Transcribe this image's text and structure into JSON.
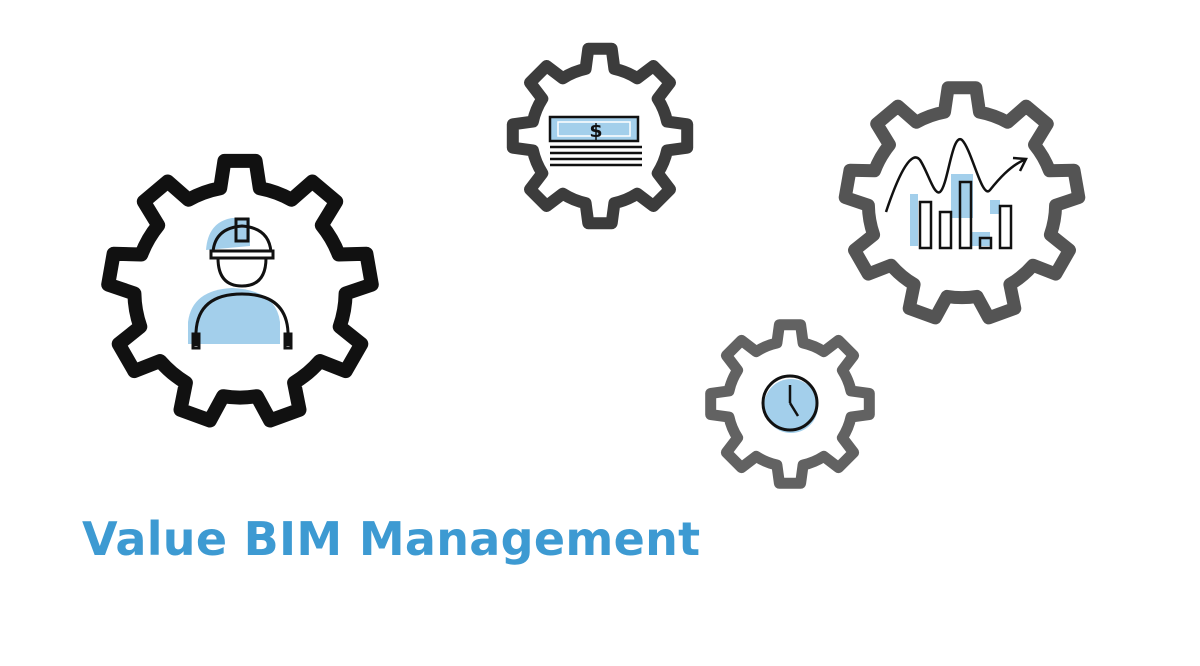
{
  "caption": {
    "text": "Value BIM Management"
  },
  "colors": {
    "accent": "#3d9ad2",
    "icon_fill": "#a3cfeb",
    "gear_black": "#111111",
    "gear_dark_gray": "#3c3c3c",
    "gear_gray": "#545454",
    "gear_light_gray": "#626262",
    "line": "#111111",
    "background": "#ffffff"
  },
  "gears": [
    {
      "name": "worker-gear",
      "icon": "construction-worker-icon",
      "color_key": "gear_black"
    },
    {
      "name": "money-gear",
      "icon": "dollar-bills-icon",
      "color_key": "gear_dark_gray",
      "symbol": "$"
    },
    {
      "name": "analytics-gear",
      "icon": "bar-line-chart-icon",
      "color_key": "gear_gray"
    },
    {
      "name": "time-gear",
      "icon": "clock-icon",
      "color_key": "gear_light_gray"
    }
  ]
}
